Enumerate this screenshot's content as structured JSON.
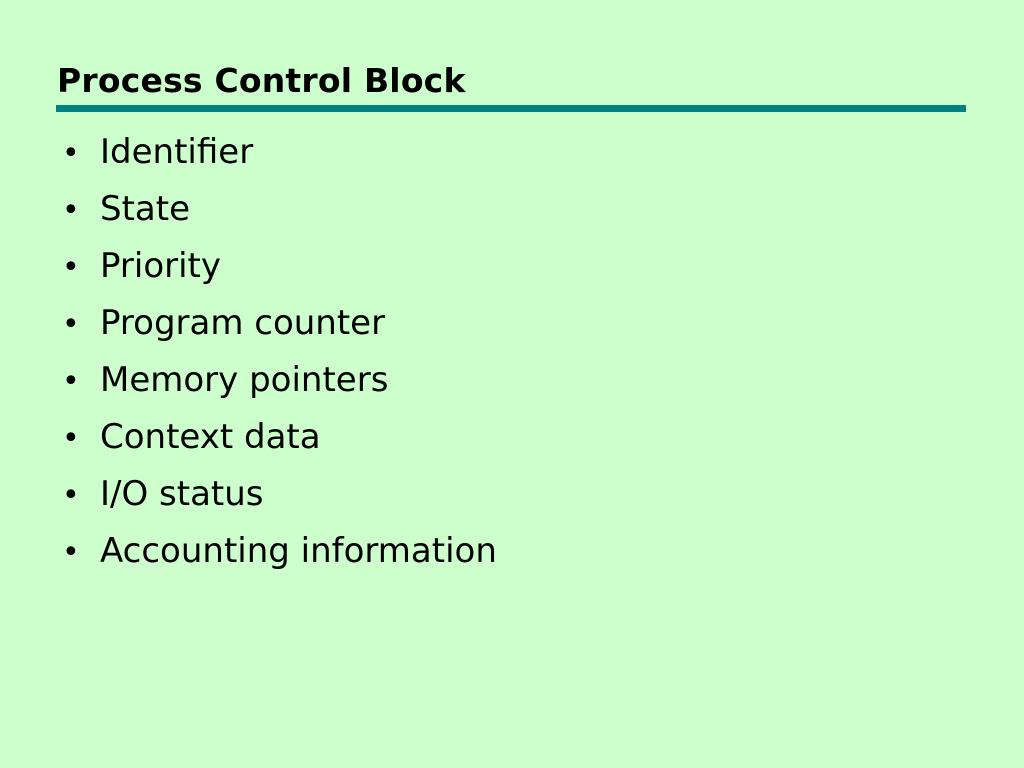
{
  "slide": {
    "title": "Process Control Block",
    "accent_color": "#008080",
    "background_color": "#ccffcc",
    "bullets": [
      "Identifier",
      "State",
      "Priority",
      "Program counter",
      "Memory pointers",
      "Context data",
      "I/O status",
      "Accounting information"
    ]
  }
}
